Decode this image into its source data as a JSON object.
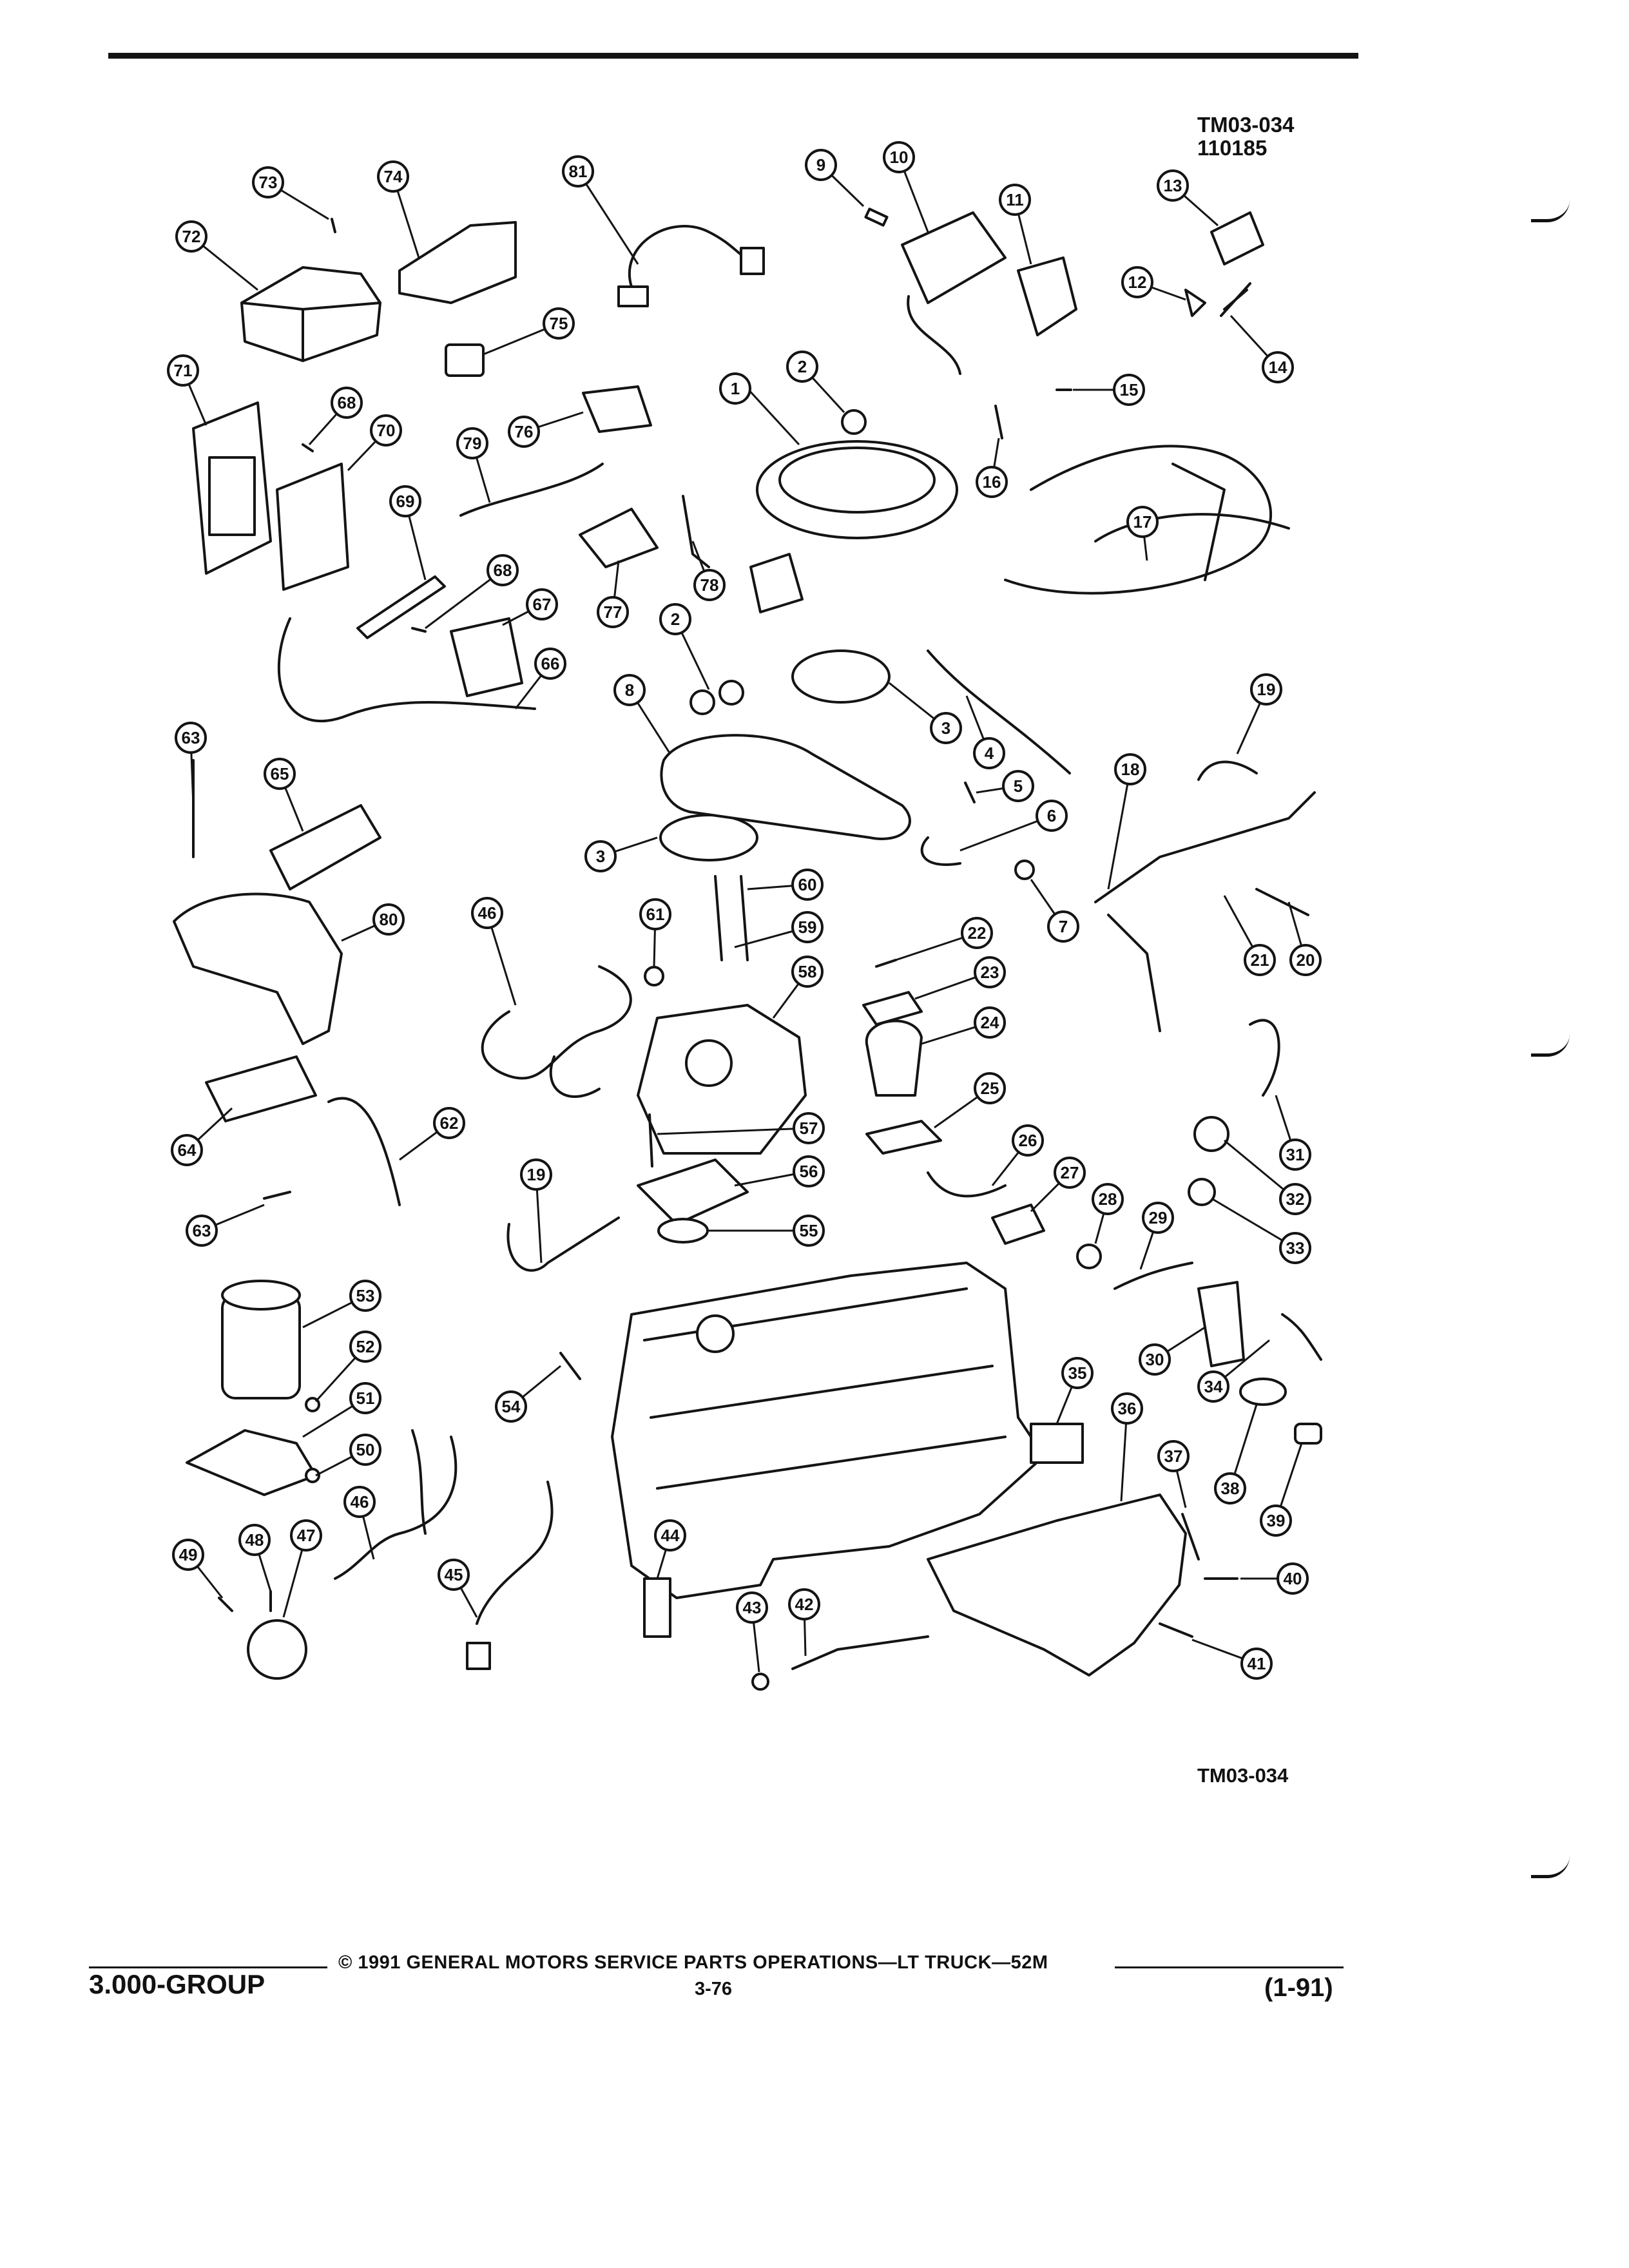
{
  "header": {
    "ref_code": "TM03-034",
    "ref_date": "110185"
  },
  "figure": {
    "id": "TM03-034"
  },
  "footer": {
    "group": "3.000-GROUP",
    "copyright": "© 1991 GENERAL MOTORS SERVICE PARTS OPERATIONS—LT TRUCK—52M",
    "page": "3-76",
    "date": "(1-91)"
  },
  "callouts": [
    "1",
    "2",
    "2",
    "3",
    "3",
    "4",
    "5",
    "6",
    "7",
    "8",
    "9",
    "10",
    "11",
    "12",
    "13",
    "14",
    "15",
    "16",
    "17",
    "18",
    "19",
    "19",
    "20",
    "21",
    "22",
    "23",
    "24",
    "25",
    "26",
    "27",
    "28",
    "29",
    "30",
    "31",
    "32",
    "33",
    "34",
    "35",
    "36",
    "37",
    "38",
    "39",
    "40",
    "41",
    "42",
    "43",
    "44",
    "45",
    "46",
    "46",
    "47",
    "48",
    "49",
    "50",
    "51",
    "52",
    "53",
    "54",
    "55",
    "56",
    "57",
    "58",
    "59",
    "60",
    "61",
    "62",
    "63",
    "63",
    "64",
    "65",
    "66",
    "67",
    "68",
    "68",
    "69",
    "70",
    "71",
    "72",
    "73",
    "74",
    "75",
    "76",
    "77",
    "78",
    "79",
    "80",
    "81"
  ]
}
